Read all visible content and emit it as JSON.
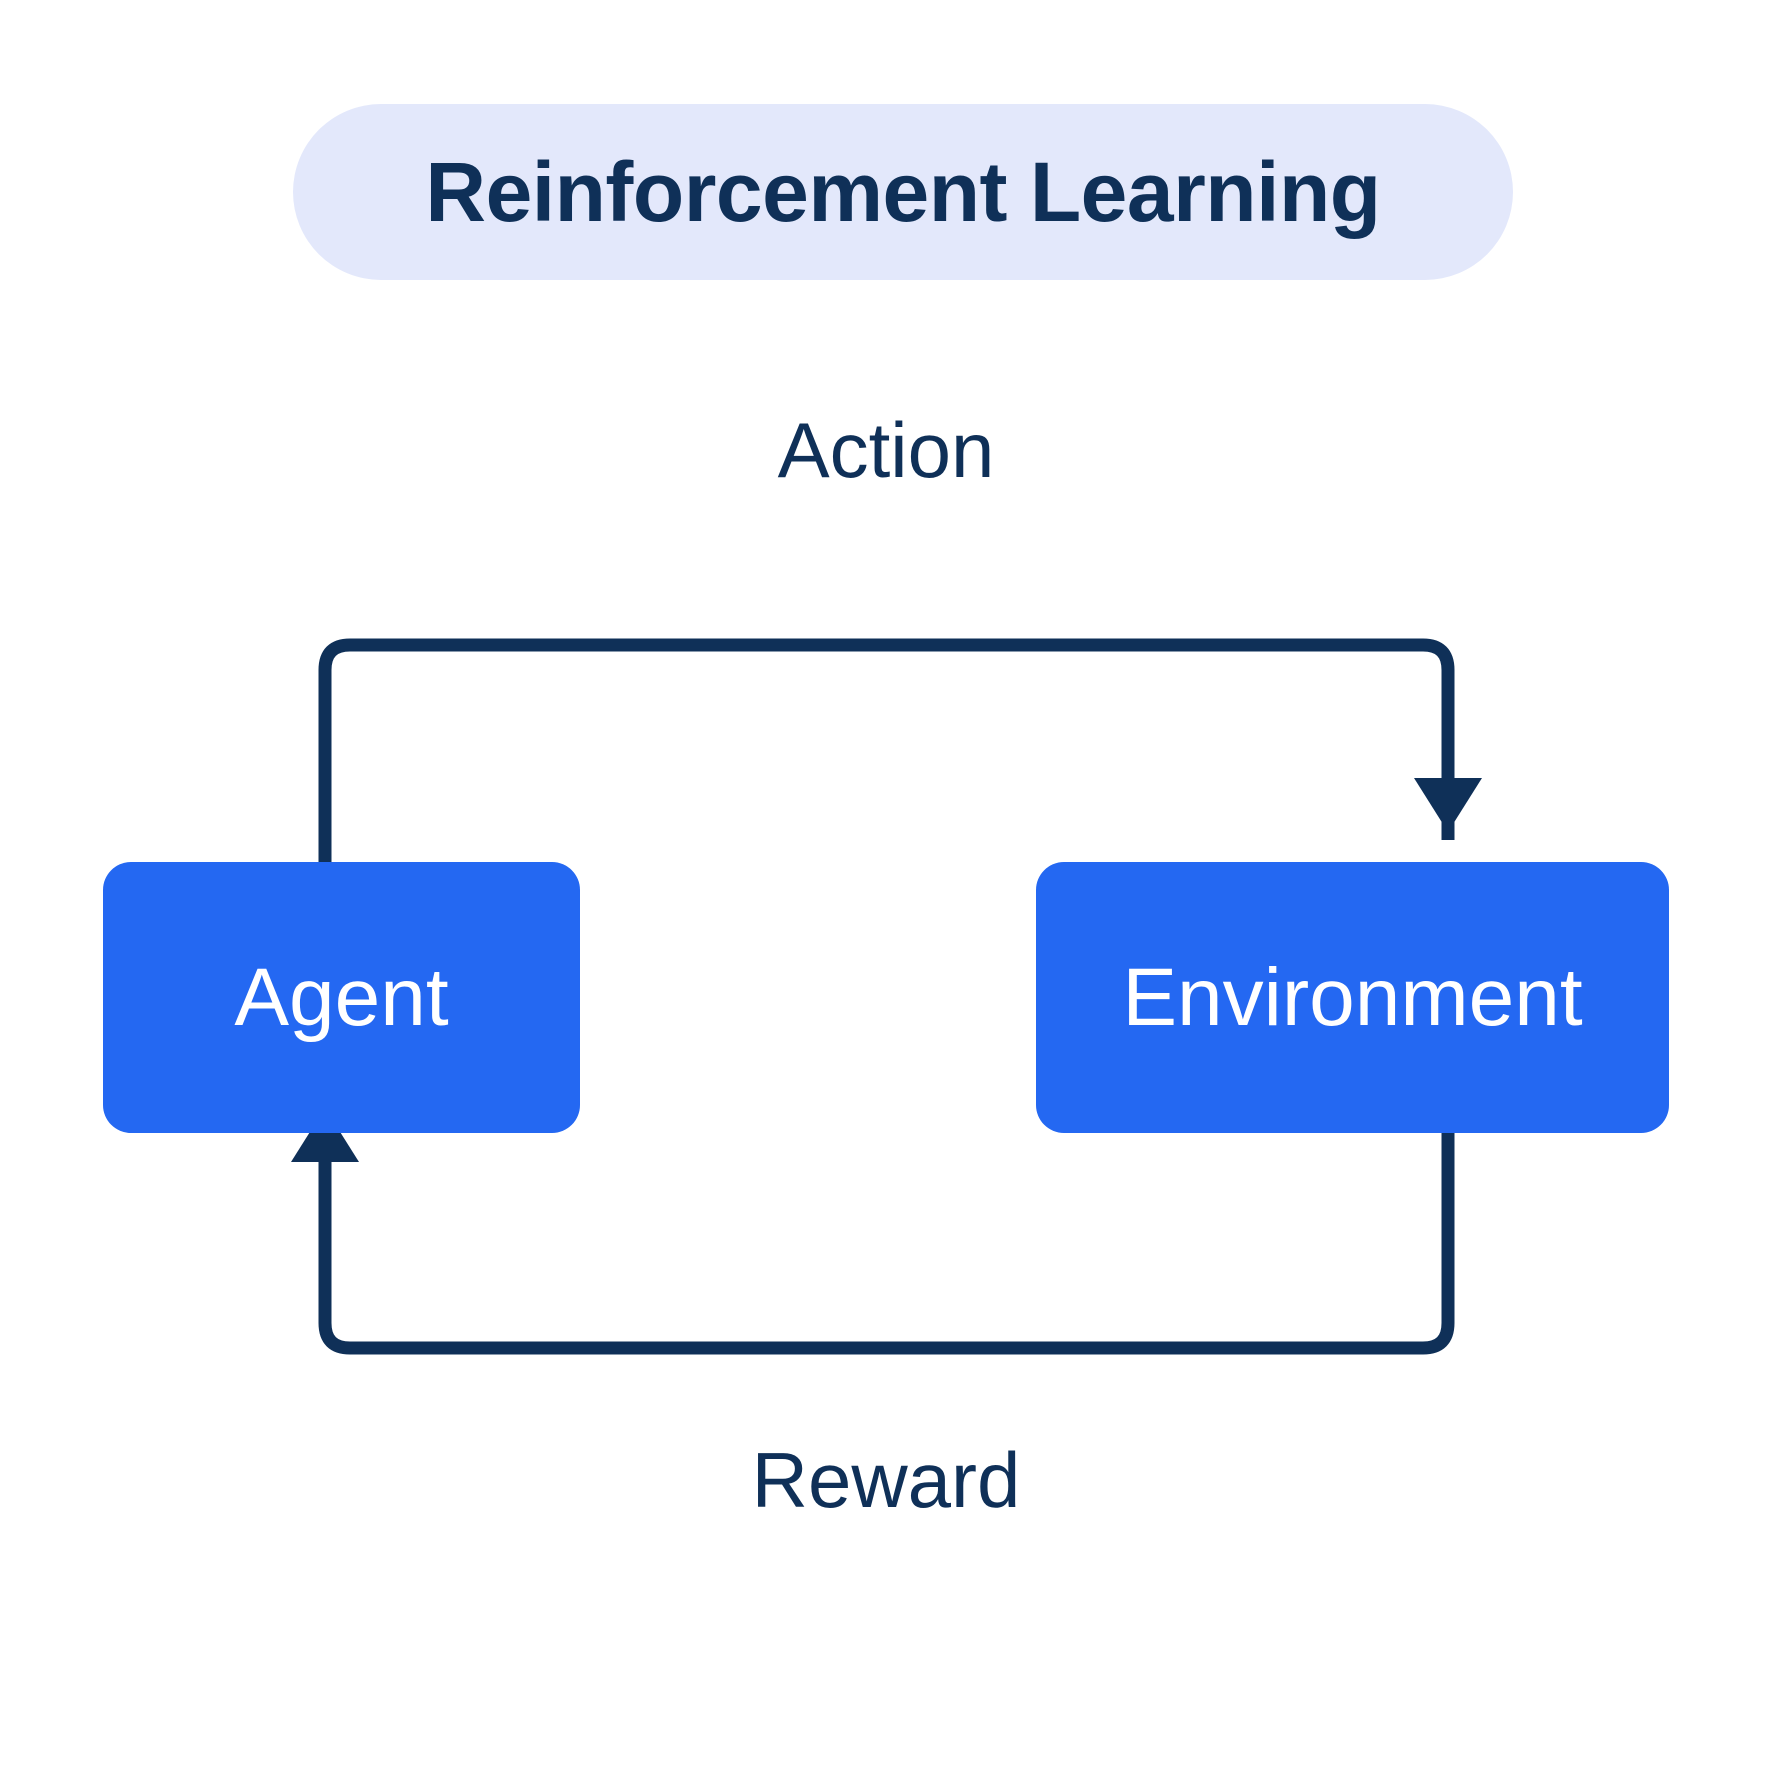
{
  "diagram": {
    "title": "Reinforcement Learning",
    "title_pill_color": "#e3e8fb",
    "title_text_color": "#0f3058",
    "background_color": "#ffffff",
    "node_color": "#2468f2",
    "node_text_color": "#ffffff",
    "edge_color": "#0f3058",
    "nodes": [
      {
        "id": "agent",
        "label": "Agent"
      },
      {
        "id": "environment",
        "label": "Environment"
      }
    ],
    "edges": [
      {
        "id": "action",
        "label": "Action",
        "from": "agent",
        "to": "environment",
        "direction": "top-loop"
      },
      {
        "id": "reward",
        "label": "Reward",
        "from": "environment",
        "to": "agent",
        "direction": "bottom-loop"
      }
    ]
  }
}
